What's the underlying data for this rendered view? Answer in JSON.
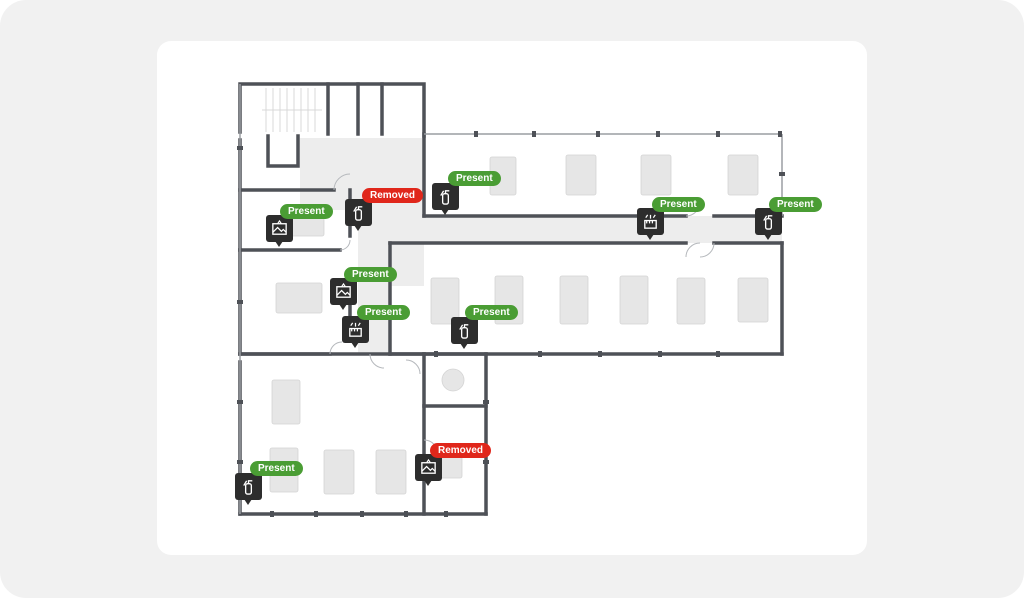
{
  "colors": {
    "present": "#4a9d34",
    "removed": "#e0271b",
    "marker": "#2d2d2d",
    "wall": "#4e5157",
    "corridor": "#ededed",
    "furniture": "#e6e6e6"
  },
  "markers": [
    {
      "icon": "fire-extinguisher-icon",
      "status": "Removed"
    },
    {
      "icon": "fire-extinguisher-icon",
      "status": "Present"
    },
    {
      "icon": "picture-icon",
      "status": "Present"
    },
    {
      "icon": "vending-machine-icon",
      "status": "Present"
    },
    {
      "icon": "fire-extinguisher-icon",
      "status": "Present"
    },
    {
      "icon": "picture-icon",
      "status": "Present"
    },
    {
      "icon": "vending-machine-icon",
      "status": "Present"
    },
    {
      "icon": "fire-extinguisher-icon",
      "status": "Present"
    },
    {
      "icon": "fire-extinguisher-icon",
      "status": "Present"
    },
    {
      "icon": "picture-icon",
      "status": "Removed"
    }
  ]
}
